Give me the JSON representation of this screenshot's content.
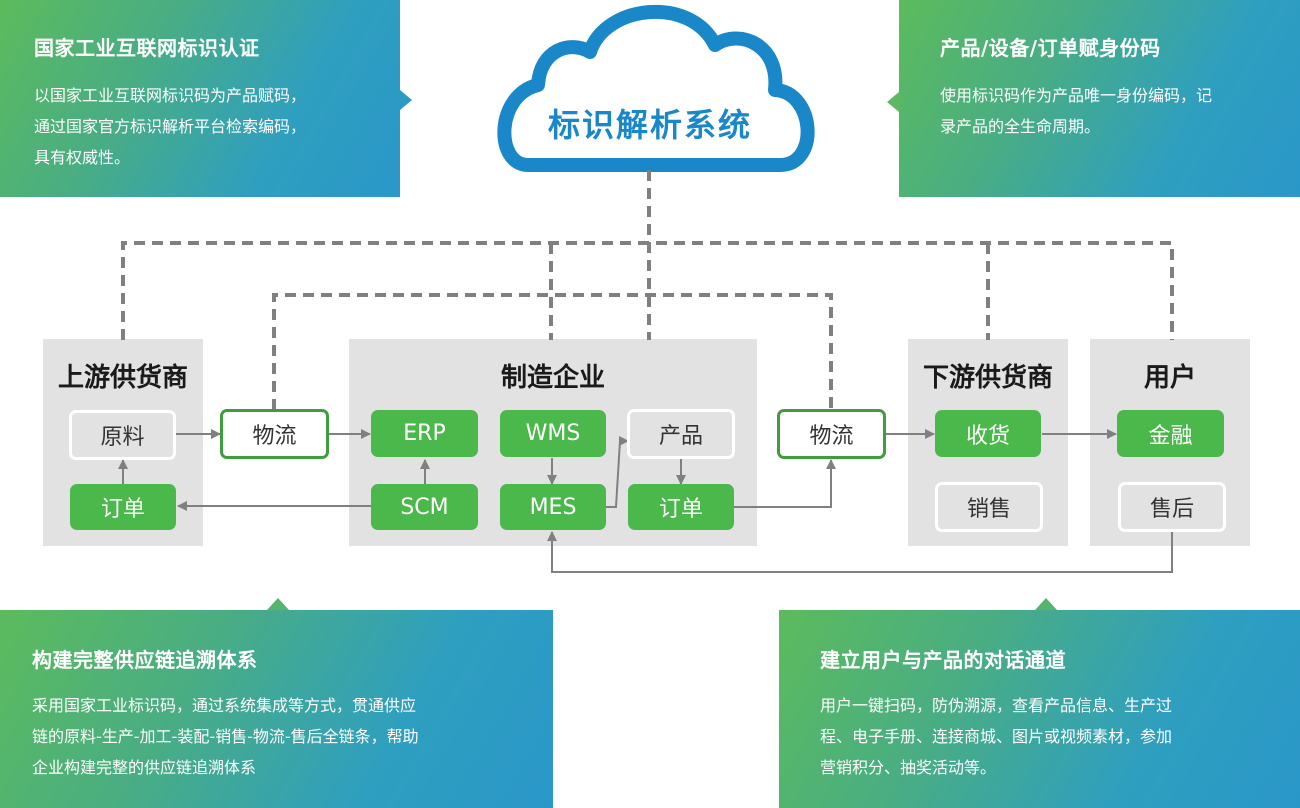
{
  "cloud": {
    "label": "标识解析系统",
    "color": "#1a87c8"
  },
  "cards": {
    "top_left": {
      "title": "国家工业互联网标识认证",
      "lines": [
        "以国家工业互联网标识码为产品赋码，",
        "通过国家官方标识解析平台检索编码，",
        "具有权威性。"
      ]
    },
    "top_right": {
      "title": "产品/设备/订单赋身份码",
      "lines": [
        "使用标识码作为产品唯一身份编码，记",
        "录产品的全生命周期。"
      ]
    },
    "bottom_left": {
      "title": "构建完整供应链追溯体系",
      "lines": [
        "采用国家工业标识码，通过系统集成等方式，贯通供应",
        "链的原料-生产-加工-装配-销售-物流-售后全链条，帮助",
        "企业构建完整的供应链追溯体系"
      ]
    },
    "bottom_right": {
      "title": "建立用户与产品的对话通道",
      "lines": [
        "用户一键扫码，防伪溯源，查看产品信息、生产过",
        "程、电子手册、连接商城、图片或视频素材，参加",
        "营销积分、抽奖活动等。"
      ]
    }
  },
  "panels": {
    "upstream": {
      "title": "上游供货商",
      "nodes": {
        "raw": "原料",
        "order": "订单"
      }
    },
    "logistics_1": "物流",
    "manufacturer": {
      "title": "制造企业",
      "nodes": {
        "erp": "ERP",
        "wms": "WMS",
        "product": "产品",
        "scm": "SCM",
        "mes": "MES",
        "order": "订单"
      }
    },
    "logistics_2": "物流",
    "downstream": {
      "title": "下游供货商",
      "nodes": {
        "receive": "收货",
        "sales": "销售"
      }
    },
    "user": {
      "title": "用户",
      "nodes": {
        "finance": "金融",
        "after_sales": "售后"
      }
    }
  },
  "colors": {
    "green": "#4bb84b",
    "green_border": "#3e9e3e",
    "line": "#808080",
    "panel": "#e2e2e2",
    "gradient_start": "#5cbb5c",
    "gradient_end": "#2a97c9"
  }
}
